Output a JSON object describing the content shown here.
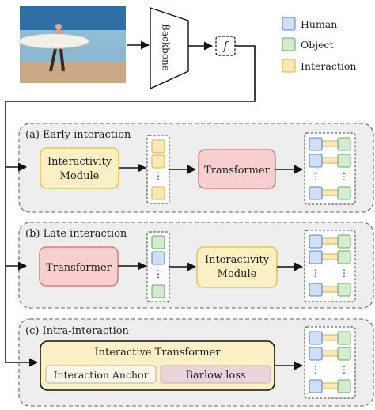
{
  "legend": {
    "items": [
      {
        "label": "Human",
        "color": "#cfe0f6",
        "border": "#5b87c4"
      },
      {
        "label": "Object",
        "color": "#d4ecd0",
        "border": "#6aaa63"
      },
      {
        "label": "Interaction",
        "color": "#fbe8b4",
        "border": "#d9b24f"
      }
    ]
  },
  "top": {
    "backbone_label": "Backbone",
    "feature_symbol": "f",
    "photo": {
      "sky": "#2f6fa6",
      "sea": "#3d87b9",
      "sand": "#caa886",
      "board": "#f3f0e8"
    }
  },
  "panels": {
    "early": {
      "title": "(a) Early interaction",
      "module_line1": "Interactivity",
      "module_line2": "Module",
      "transformer": "Transformer"
    },
    "late": {
      "title": "(b) Late interaction",
      "transformer": "Transformer",
      "module_line1": "Interactivity",
      "module_line2": "Module"
    },
    "intra": {
      "title": "(c) Intra-interaction",
      "interactive_transformer": "Interactive Transformer",
      "anchor": "Interaction Anchor",
      "loss": "Barlow loss"
    }
  },
  "colors": {
    "human": "#cfe0f6",
    "human_border": "#5b87c4",
    "object": "#d4ecd0",
    "object_border": "#6aaa63",
    "interaction": "#fbe8b4",
    "interaction_border": "#d9b24f",
    "module_fill": "#fdf0c4",
    "module_border": "#e0b94e",
    "transformer_fill": "#f7cfcf",
    "transformer_border": "#d46a6a",
    "panel_fill": "#eeeeee",
    "panel_border": "#666666"
  }
}
